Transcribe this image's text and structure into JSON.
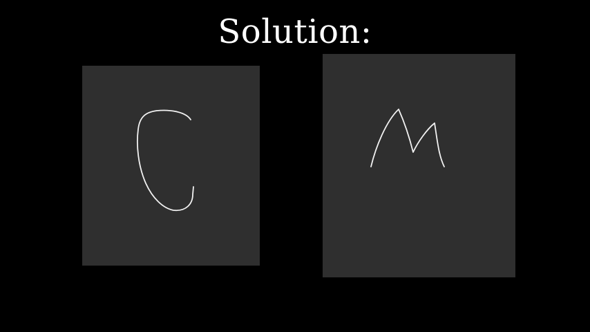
{
  "title": "Solution:",
  "panels": [
    {
      "handwritten_letter": "C",
      "colors": {
        "background": "#2f2f2f",
        "ink": "#f2f2f2"
      }
    },
    {
      "handwritten_letter": "M",
      "colors": {
        "background": "#2f2f2f",
        "ink": "#f2f2f2"
      }
    }
  ],
  "colors": {
    "page_background": "#000000",
    "title_text": "#ffffff"
  }
}
